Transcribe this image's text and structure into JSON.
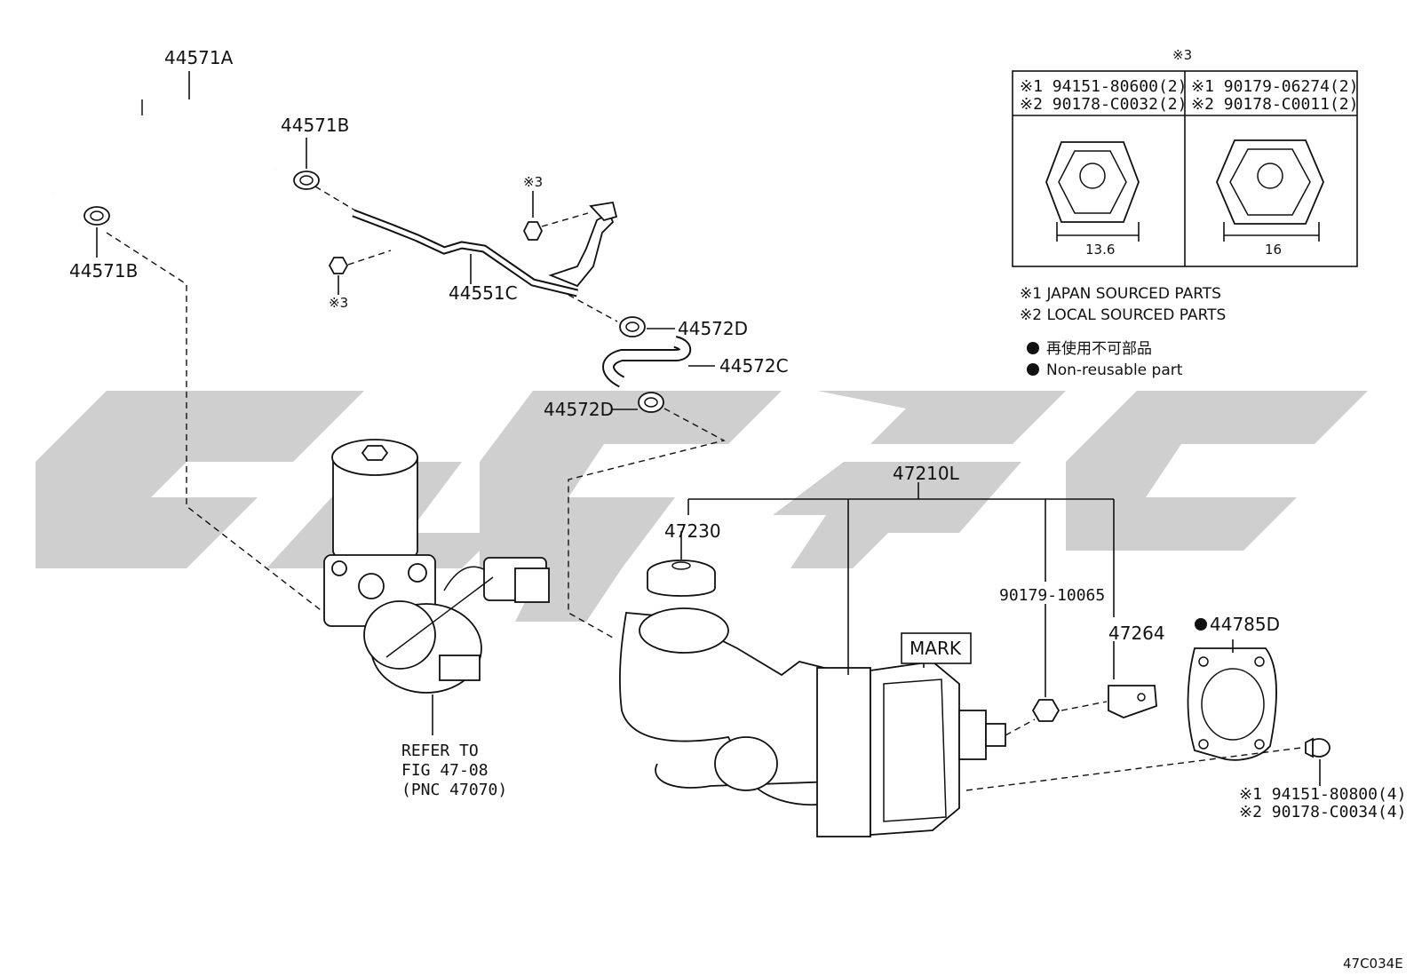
{
  "watermark": {
    "color": "#c8c8c8"
  },
  "labels": {
    "p44571A": "44571A",
    "p44571B_top": "44571B",
    "p44571B_left": "44571B",
    "p44551C": "44551C",
    "p44572D_top": "44572D",
    "p44572C": "44572C",
    "p44572D_bot": "44572D",
    "p47210L": "47210L",
    "p47230": "47230",
    "p90179_10065": "90179-10065",
    "p47264": "47264",
    "p44785D": "44785D",
    "mark": "MARK",
    "ref1": "※3",
    "ref2": "※3",
    "refer_to": "REFER TO",
    "refer_fig": "FIG 47-08",
    "refer_pnc": "(PNC 47070)",
    "bolt_note_1": "※1 94151-80800(4)",
    "bolt_note_2": "※2 90178-C0034(4)",
    "figure_code": "47C034E"
  },
  "spec_table": {
    "title": "※3",
    "left": {
      "line1": "※1 94151-80600(2)",
      "line2": "※2 90178-C0032(2)",
      "dimension": "13.6"
    },
    "right": {
      "line1": "※1 90179-06274(2)",
      "line2": "※2 90178-C0011(2)",
      "dimension": "16"
    }
  },
  "legend": {
    "japan": "※1 JAPAN SOURCED PARTS",
    "local": "※2 LOCAL SOURCED PARTS",
    "nonreuse_jp": "再使用不可部品",
    "nonreuse_en": "Non-reusable part"
  }
}
